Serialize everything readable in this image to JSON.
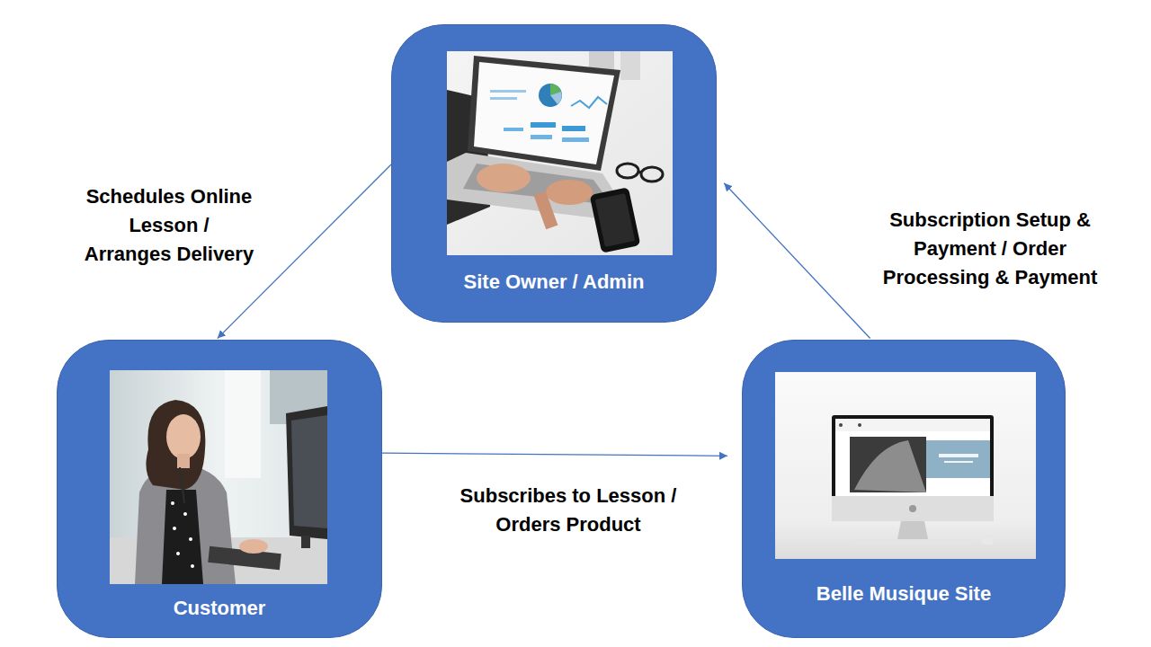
{
  "diagram": {
    "nodes": [
      {
        "text": [
          "Site Owner / Admin"
        ]
      },
      {
        "text": [
          "Customer"
        ]
      },
      {
        "text": [
          "Belle Musique Site"
        ]
      }
    ],
    "edges": [
      {
        "from": 0,
        "to": 1,
        "arrow": "to",
        "label": "Schedules Online Lesson / Arranges Delivery"
      },
      {
        "from": 1,
        "to": 2,
        "arrow": "to",
        "label": "Subscribes to Lesson / Orders Product"
      },
      {
        "from": 2,
        "to": 0,
        "arrow": "to",
        "label": "Subscription Setup & Payment / Order Processing & Payment"
      }
    ]
  }
}
